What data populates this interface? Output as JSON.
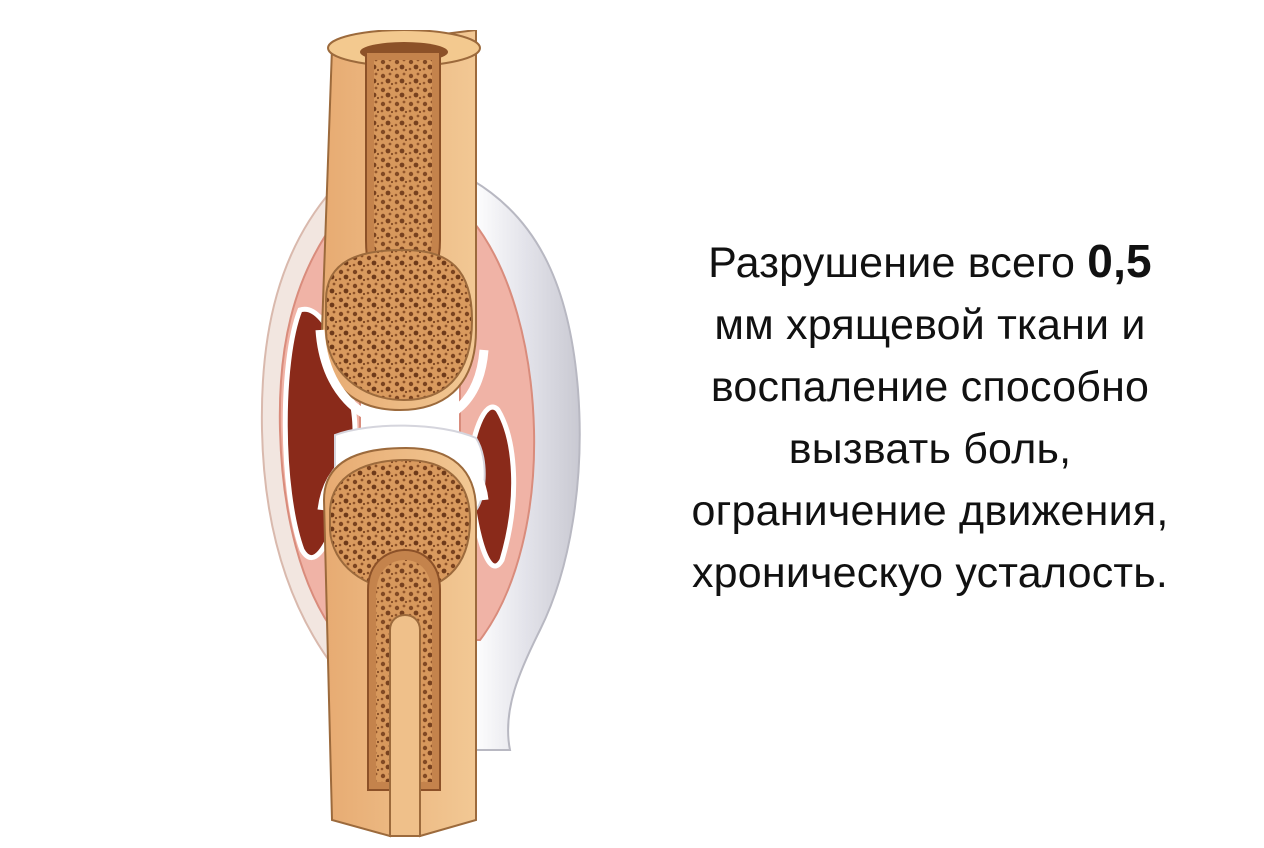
{
  "caption": {
    "line1_pre": "Разрушение всего ",
    "line1_number": "0,5",
    "line2": "мм хрящевой ткани и",
    "line3": "воспаление способно",
    "line4": "вызвать боль,",
    "line5": "ограничение движения,",
    "line6": "хроническуо усталость."
  },
  "colors": {
    "bone": "#e8b27e",
    "bone_light": "#f5d3a8",
    "spongy": "#c98a4f",
    "pores": "#7a4320",
    "cartilage": "#ffffff",
    "synovial_membrane": "#e99a8f",
    "joint_cavity": "#8a2a1a",
    "capsule": "#e9e9ee"
  },
  "illustration": {
    "subject": "joint-cross-section"
  }
}
